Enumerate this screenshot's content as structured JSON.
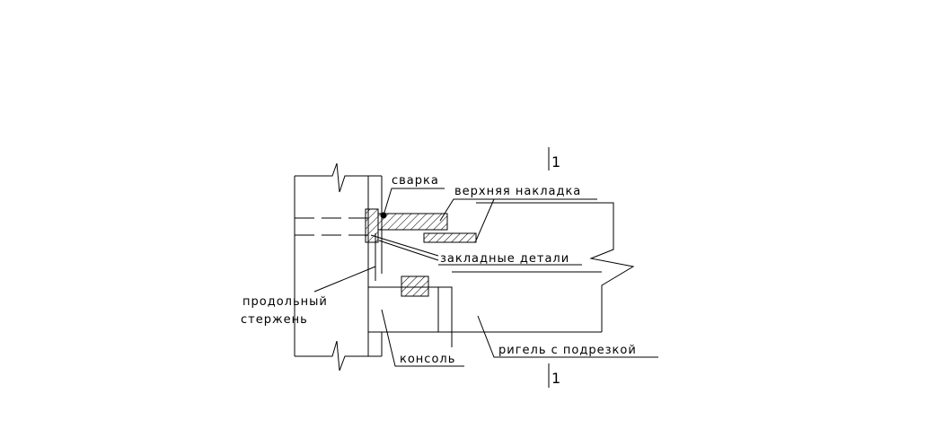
{
  "labels": {
    "welding": "сварка",
    "top_plate": "верхняя накладка",
    "embedded_parts": "закладные детали",
    "longitudinal_bar_line1": "продольный",
    "longitudinal_bar_line2": "стержень",
    "corbel": "консоль",
    "beam": "ригель с подрезкой"
  },
  "section": {
    "top": "1",
    "bottom": "1"
  }
}
